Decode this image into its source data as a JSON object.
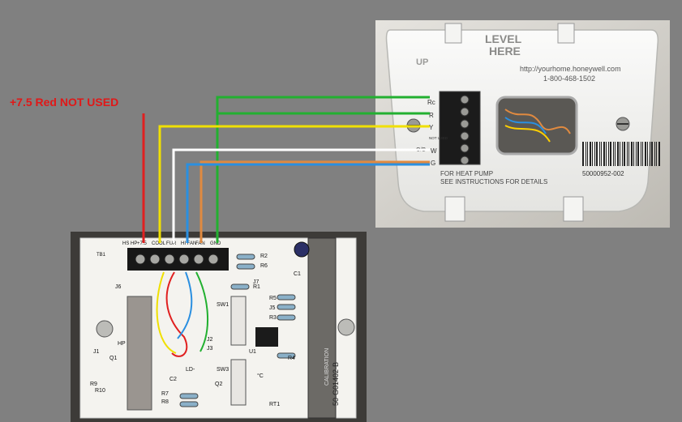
{
  "annotation": {
    "note": "+7.5 Red NOT USED",
    "note_color": "#e01818"
  },
  "thermostat": {
    "level_line1": "LEVEL",
    "level_line2": "HERE",
    "up_label": "UP",
    "website": "http://yourhome.honeywell.com",
    "phone": "1-800-468-1502",
    "terminals": [
      "Rc",
      "R",
      "Y",
      "NOT USED",
      "W",
      "G"
    ],
    "terminal_side_label": "O/B",
    "heat_pump_line1": "FOR HEAT PUMP",
    "heat_pump_line2": "SEE INSTRUCTIONS FOR DETAILS",
    "barcode_number": "50000952-002"
  },
  "board": {
    "terminal_labels": [
      "HS HP",
      "+7.5",
      "COOL",
      "FUR",
      "HI FAN",
      "FAN",
      "GND"
    ],
    "tb_label": "TB1",
    "part_number": "50-G01402-B",
    "components": {
      "r2": "R2",
      "r6": "R6",
      "j7": "J7",
      "r1": "R1",
      "c1": "C1",
      "r5": "R5",
      "j5": "J5",
      "r3": "R3",
      "j6": "J6",
      "sw1": "SW1",
      "u1": "U1",
      "r4": "R4",
      "sw3": "SW3",
      "rt1": "RT1",
      "ld": "LD-",
      "c2": "C2",
      "r7": "R7",
      "r8": "R8",
      "q2": "Q2",
      "q1": "Q1",
      "j1": "J1",
      "hp": "HP",
      "r9": "R9",
      "r10": "R10",
      "j2": "J2",
      "j3": "J3",
      "deg": "°C",
      "vert": "CALIBRATION"
    }
  },
  "wires": [
    {
      "name": "red",
      "color": "#e02020"
    },
    {
      "name": "green",
      "color": "#22b030"
    },
    {
      "name": "yellow",
      "color": "#f0e000"
    },
    {
      "name": "white",
      "color": "#ffffff"
    },
    {
      "name": "orange",
      "color": "#e08a40"
    },
    {
      "name": "blue",
      "color": "#2a8fe0"
    }
  ]
}
